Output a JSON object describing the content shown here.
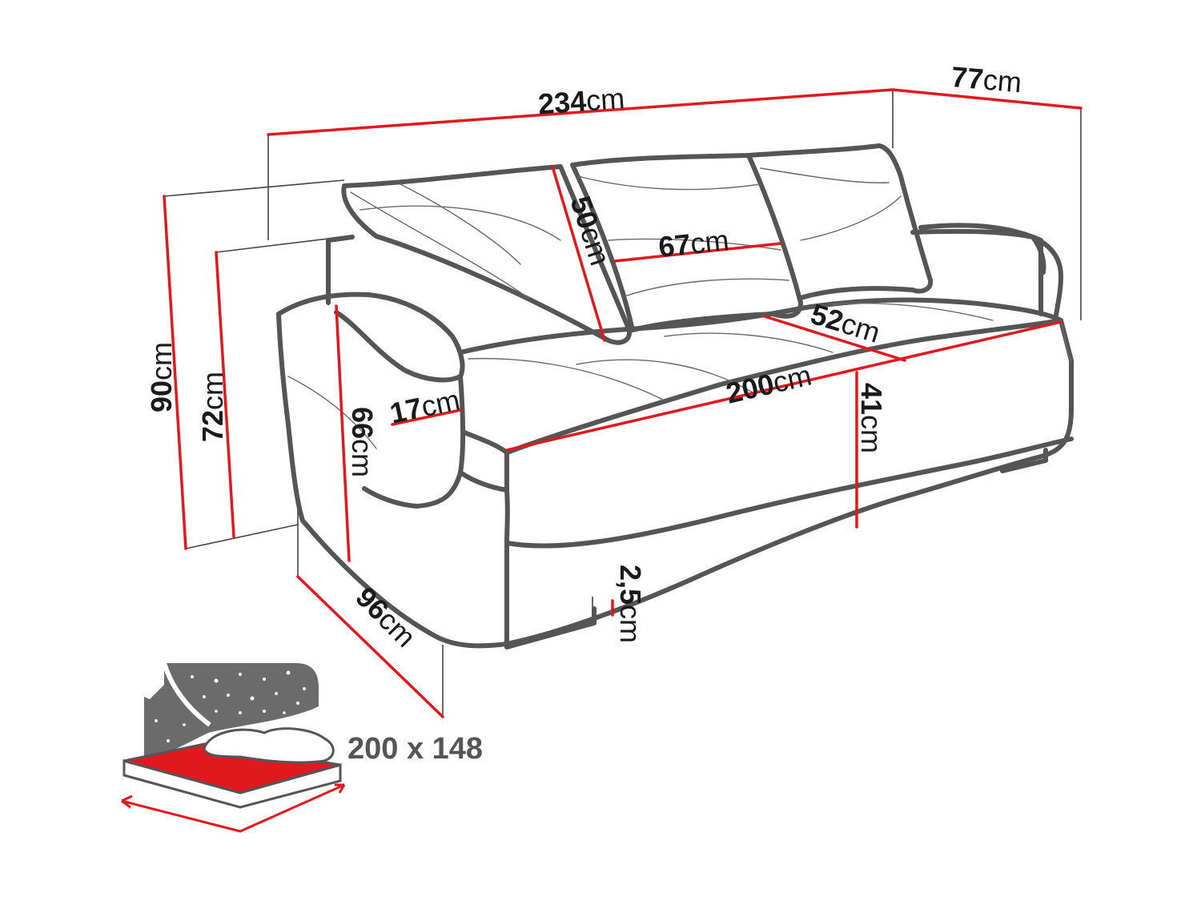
{
  "colors": {
    "dimension_line": "#e0191e",
    "outline": "#555555",
    "text": "#1a1a1a",
    "bed_icon_bg": "#6b6b6b",
    "bed_mattress": "#e0191e"
  },
  "dimensions": {
    "total_width": {
      "value": "234",
      "unit": "cm"
    },
    "depth": {
      "value": "77",
      "unit": "cm"
    },
    "total_height": {
      "value": "90",
      "unit": "cm"
    },
    "back_height": {
      "value": "72",
      "unit": "cm"
    },
    "cushion_height": {
      "value": "50",
      "unit": "cm"
    },
    "cushion_width": {
      "value": "67",
      "unit": "cm"
    },
    "seat_depth": {
      "value": "52",
      "unit": "cm"
    },
    "seat_width": {
      "value": "200",
      "unit": "cm"
    },
    "armrest_width": {
      "value": "17",
      "unit": "cm"
    },
    "armrest_height": {
      "value": "66",
      "unit": "cm"
    },
    "seat_height": {
      "value": "41",
      "unit": "cm"
    },
    "overall_depth": {
      "value": "96",
      "unit": "cm"
    },
    "leg_height": {
      "value": "2,5",
      "unit": "cm"
    }
  },
  "bed": {
    "icon": "sleeping-bed-icon",
    "size": "200 x 148"
  }
}
